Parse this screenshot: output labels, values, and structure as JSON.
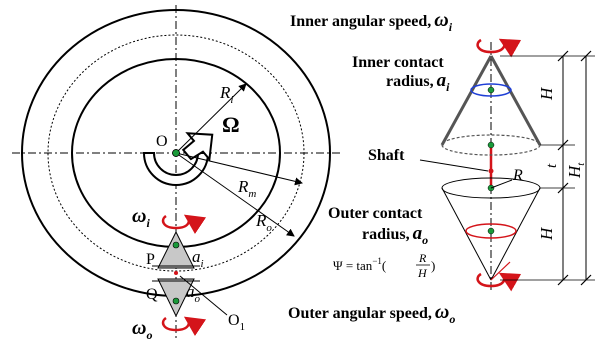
{
  "left_diagram": {
    "center_label": "O",
    "omega_big": "Ω",
    "ri_label": "R",
    "ri_sub": "i",
    "rm_label": "R",
    "rm_sub": "m",
    "ro_label": "R",
    "ro_sub": "o",
    "omega_i_label": "ω",
    "omega_i_sub": "i",
    "omega_o_label": "ω",
    "omega_o_sub": "o",
    "p_label": "P",
    "q_label": "Q",
    "ai_label": "a",
    "ai_sub": "i",
    "ao_label": "a",
    "ao_sub": "o",
    "o1_label": "O",
    "o1_sub": "1"
  },
  "right_diagram": {
    "inner_speed_text": "Inner angular speed,",
    "inner_speed_sym": "ω",
    "inner_speed_sub": "i",
    "inner_contact_line1": "Inner contact",
    "inner_contact_line2": "radius,",
    "inner_contact_sym": "a",
    "inner_contact_sub": "i",
    "shaft_label": "Shaft",
    "r_label": "R",
    "outer_contact_line1": "Outer contact",
    "outer_contact_line2": "radius,",
    "outer_contact_sym": "a",
    "outer_contact_sub": "o",
    "psi_prefix": "Ψ = tan",
    "psi_exp": "−1",
    "psi_open": "(",
    "psi_num": "R",
    "psi_den": "H",
    "psi_close": ")",
    "outer_speed_text": "Outer angular speed,",
    "outer_speed_sym": "ω",
    "outer_speed_sub": "o",
    "h_top": "H",
    "h_bottom": "H",
    "t_label": "t",
    "ht_label": "H",
    "ht_sub": "t"
  },
  "colors": {
    "red": "#d4141a",
    "blue": "#1f3fd6",
    "green": "#1a9a3a",
    "cone_gray": "#c8c8c8"
  }
}
